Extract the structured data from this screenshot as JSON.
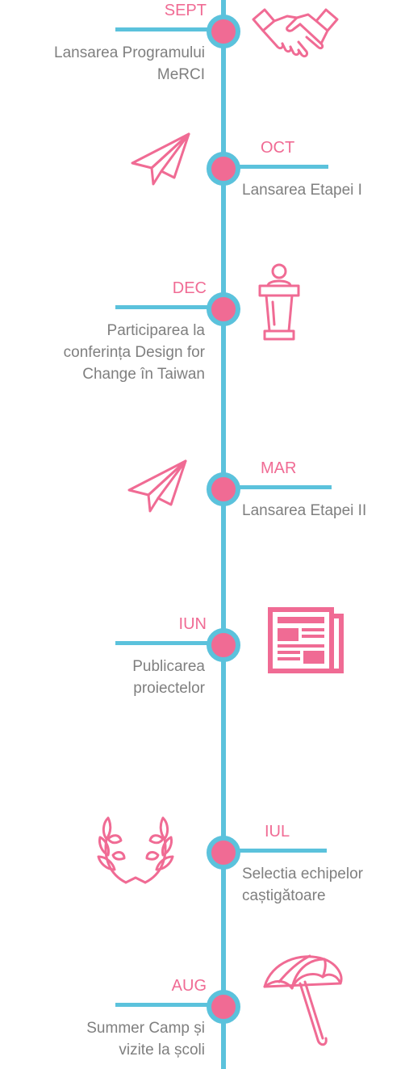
{
  "theme": {
    "accent_pink": "#f06b94",
    "accent_blue": "#5bc2dc",
    "text_gray": "#7f7f7f"
  },
  "events": [
    {
      "month": "SEPT",
      "label_lines": [
        "Lansarea Programului",
        "MeRCI"
      ],
      "icon": "handshake-icon"
    },
    {
      "month": "OCT",
      "label_lines": [
        "Lansarea Etapei I"
      ],
      "icon": "paper-plane-icon"
    },
    {
      "month": "DEC",
      "label_lines": [
        "Participarea la",
        "conferința Design for",
        "Change în Taiwan"
      ],
      "icon": "podium-icon"
    },
    {
      "month": "MAR",
      "label_lines": [
        "Lansarea Etapei II"
      ],
      "icon": "paper-plane-icon"
    },
    {
      "month": "IUN",
      "label_lines": [
        "Publicarea",
        "proiectelor"
      ],
      "icon": "newspaper-icon"
    },
    {
      "month": "IUL",
      "label_lines": [
        "Selectia echipelor",
        "caștigătoare"
      ],
      "icon": "laurel-wreath-icon"
    },
    {
      "month": "AUG",
      "label_lines": [
        "Summer Camp și",
        "vizite la școli"
      ],
      "icon": "beach-umbrella-icon"
    }
  ]
}
